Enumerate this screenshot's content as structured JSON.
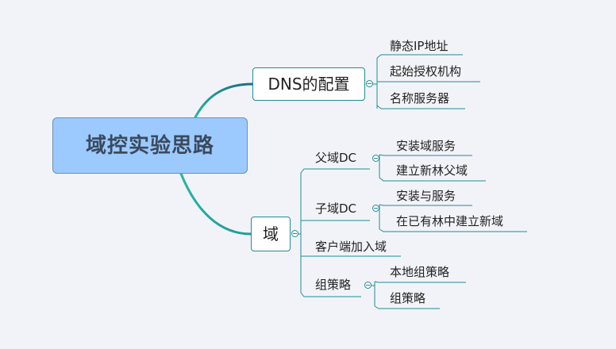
{
  "root": {
    "label": "域控实验思路"
  },
  "dns": {
    "label": "DNS的配置",
    "children": [
      "静态IP地址",
      "起始授权机构",
      "名称服务器"
    ]
  },
  "domain": {
    "label": "域",
    "parent_domain": {
      "label": "父域DC",
      "children": [
        "安装域服务",
        "建立新林父域"
      ]
    },
    "child_domain": {
      "label": "子域DC",
      "children": [
        "安装与服务",
        "在已有林中建立新域"
      ]
    },
    "client": {
      "label": "客户端加入域"
    },
    "group_policy": {
      "label": "组策略",
      "children": [
        "本地组策略",
        "组策略"
      ]
    }
  },
  "colors": {
    "background": "#f2f3f8",
    "root_fill": "#9ccafe",
    "connector": "#1f8c95",
    "curve_start": "#1a7a86",
    "curve_end": "#2ab5a6"
  }
}
